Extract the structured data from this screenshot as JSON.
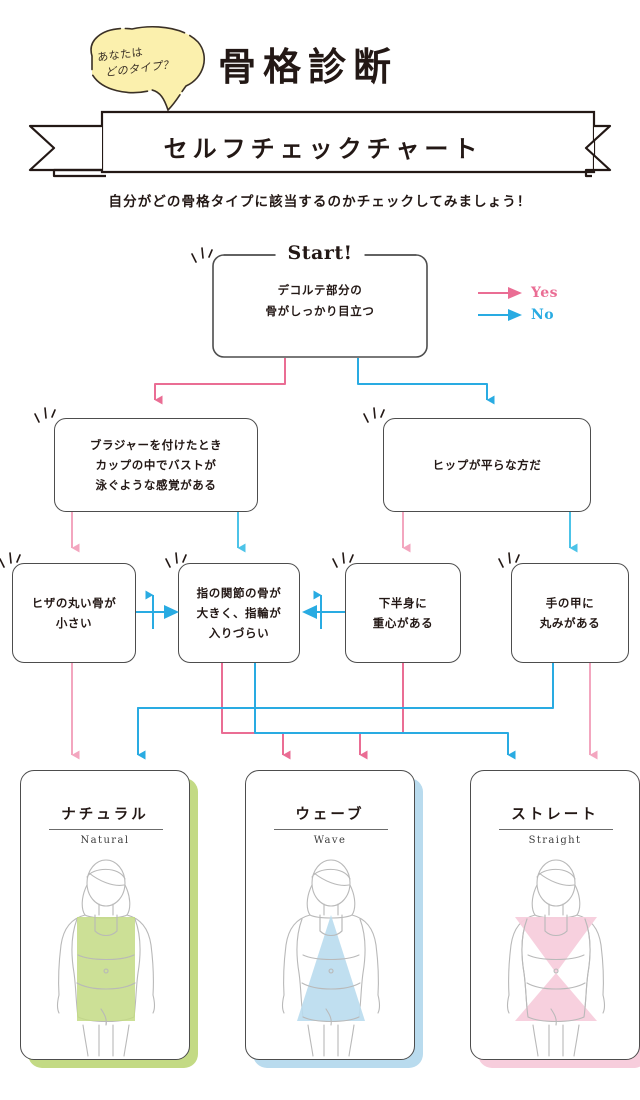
{
  "header": {
    "bubble_line1": "あなたは",
    "bubble_line2": "どのタイプ？",
    "title": "骨格診断",
    "ribbon_text": "セルフチェックチャート",
    "subtitle": "自分がどの骨格タイプに該当するのかチェックしてみましょう！"
  },
  "legend": {
    "yes_label": "Yes",
    "no_label": "No",
    "yes_color": "#ea6d94",
    "no_color": "#29abe2"
  },
  "flow": {
    "start_label": "Start!",
    "nodes": [
      {
        "id": "q1",
        "line1": "デコルテ部分の",
        "line2": "骨がしっかり目立つ",
        "line3": ""
      },
      {
        "id": "q2",
        "line1": "ブラジャーを付けたとき",
        "line2": "カップの中でバストが",
        "line3": "泳ぐような感覚がある"
      },
      {
        "id": "q3",
        "line1": "ヒップが平らな方だ",
        "line2": "",
        "line3": ""
      },
      {
        "id": "q4",
        "line1": "ヒザの丸い骨が",
        "line2": "小さい",
        "line3": ""
      },
      {
        "id": "q5",
        "line1": "指の関節の骨が",
        "line2": "大きく、指輪が",
        "line3": "入りづらい"
      },
      {
        "id": "q6",
        "line1": "下半身に",
        "line2": "重心がある",
        "line3": ""
      },
      {
        "id": "q7",
        "line1": "手の甲に",
        "line2": "丸みがある",
        "line3": ""
      }
    ]
  },
  "results": [
    {
      "id": "natural",
      "jp": "ナチュラル",
      "en": "Natural",
      "accent": "#c3da84",
      "shape": "rect"
    },
    {
      "id": "wave",
      "jp": "ウェーブ",
      "en": "Wave",
      "accent": "#b9dbee",
      "shape": "triangle-down"
    },
    {
      "id": "straight",
      "jp": "ストレート",
      "en": "Straight",
      "accent": "#f7cddc",
      "shape": "hourglass"
    }
  ]
}
